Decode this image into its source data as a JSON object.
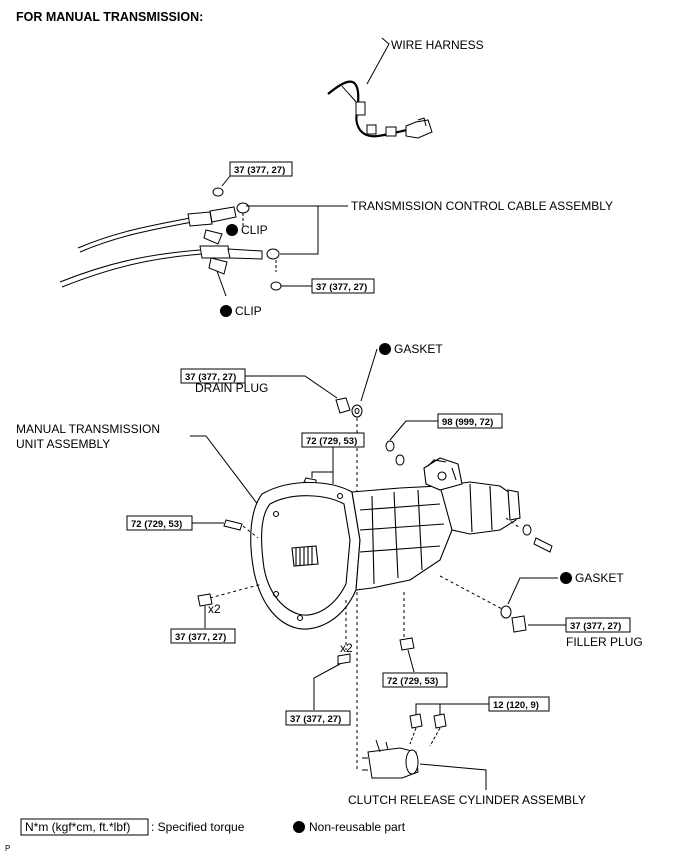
{
  "title": "FOR MANUAL TRANSMISSION:",
  "labels": {
    "wire_harness": "WIRE HARNESS",
    "control_cable": "TRANSMISSION CONTROL CABLE ASSEMBLY",
    "clip": "CLIP",
    "gasket": "GASKET",
    "drain_plug": "DRAIN PLUG",
    "mt_unit_line1": "MANUAL TRANSMISSION",
    "mt_unit_line2": "UNIT ASSEMBLY",
    "filler_plug": "FILLER PLUG",
    "clutch_cylinder": "CLUTCH RELEASE CYLINDER ASSEMBLY",
    "x2": "x2"
  },
  "torques": {
    "t37": "37 (377, 27)",
    "t72": "72 (729, 53)",
    "t98": "98 (999, 72)",
    "t12": "12 (120, 9)"
  },
  "legend": {
    "torque_unit": "N*m (kgf*cm, ft.*lbf)",
    "torque_desc": ": Specified torque",
    "nonreusable": "Non-reusable part"
  },
  "page_mark": "P"
}
